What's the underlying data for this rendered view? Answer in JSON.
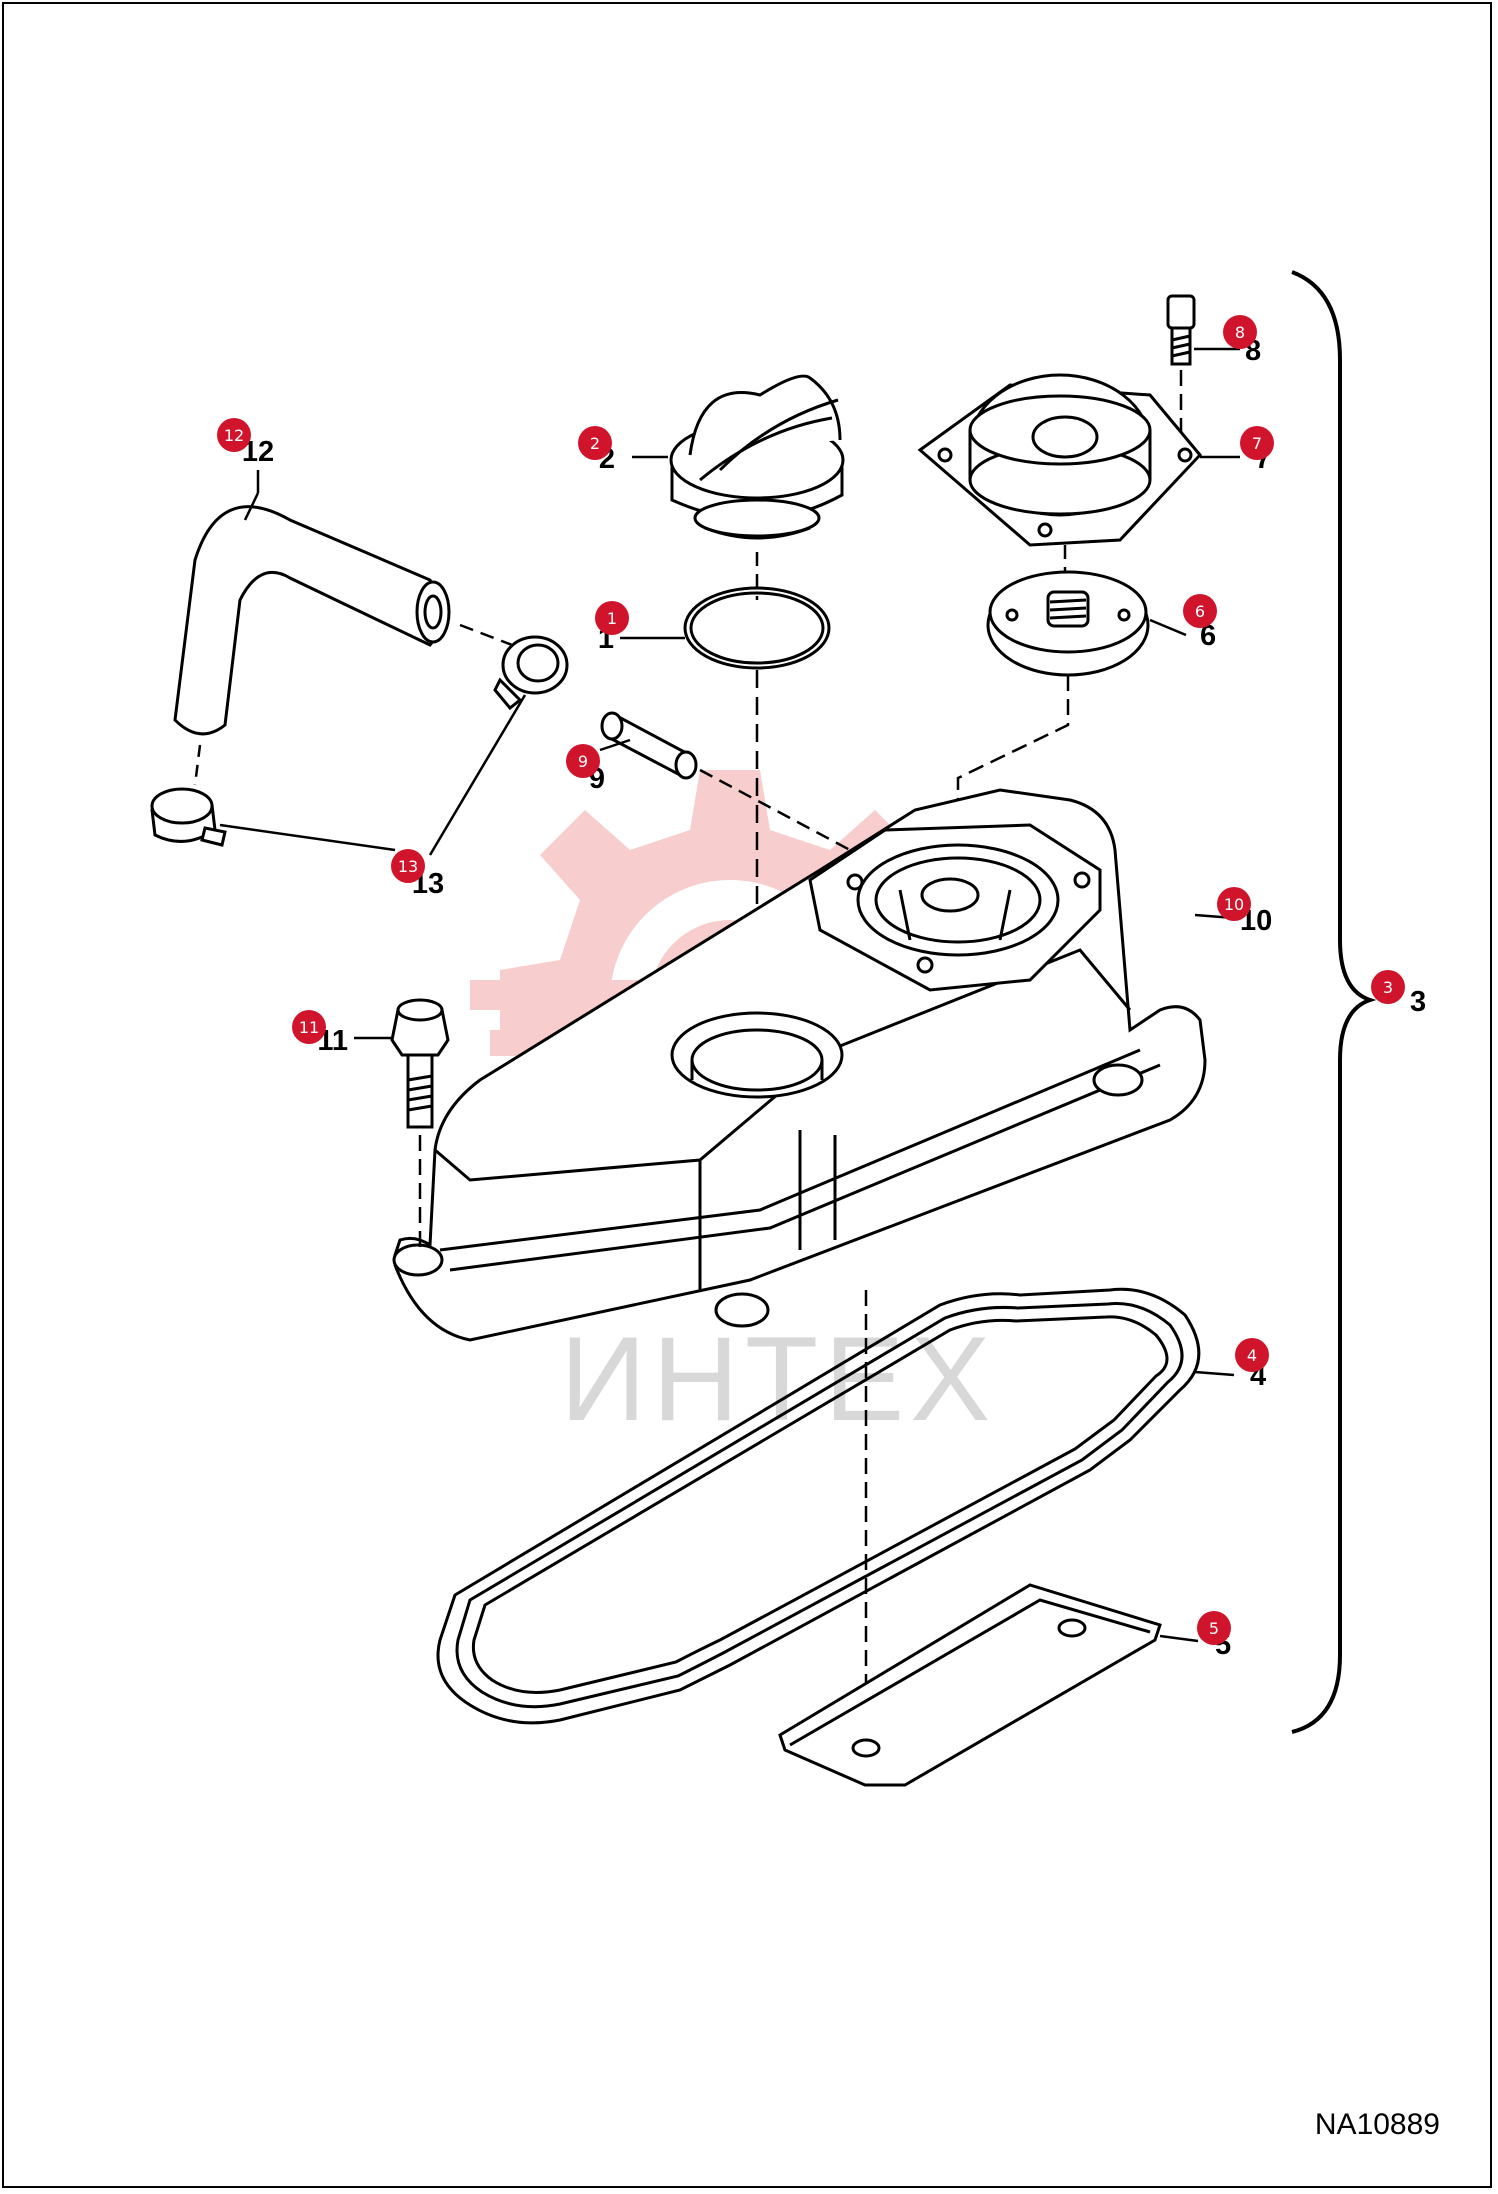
{
  "watermark_text": "ИНТЕХ",
  "drawing_ref": "NA10889",
  "colors": {
    "badge": "#d0142c",
    "watermark": "#f4a5a5",
    "line": "#000000"
  },
  "callouts": [
    {
      "id": "1",
      "badge": "1"
    },
    {
      "id": "2",
      "badge": "2"
    },
    {
      "id": "3",
      "badge": "3"
    },
    {
      "id": "4",
      "badge": "4"
    },
    {
      "id": "5",
      "badge": "5"
    },
    {
      "id": "6",
      "badge": "6"
    },
    {
      "id": "7",
      "badge": "7"
    },
    {
      "id": "8",
      "badge": "8"
    },
    {
      "id": "9",
      "badge": "9"
    },
    {
      "id": "10",
      "badge": "10"
    },
    {
      "id": "11",
      "badge": "11"
    },
    {
      "id": "12",
      "badge": "12"
    },
    {
      "id": "13",
      "badge": "13"
    }
  ]
}
